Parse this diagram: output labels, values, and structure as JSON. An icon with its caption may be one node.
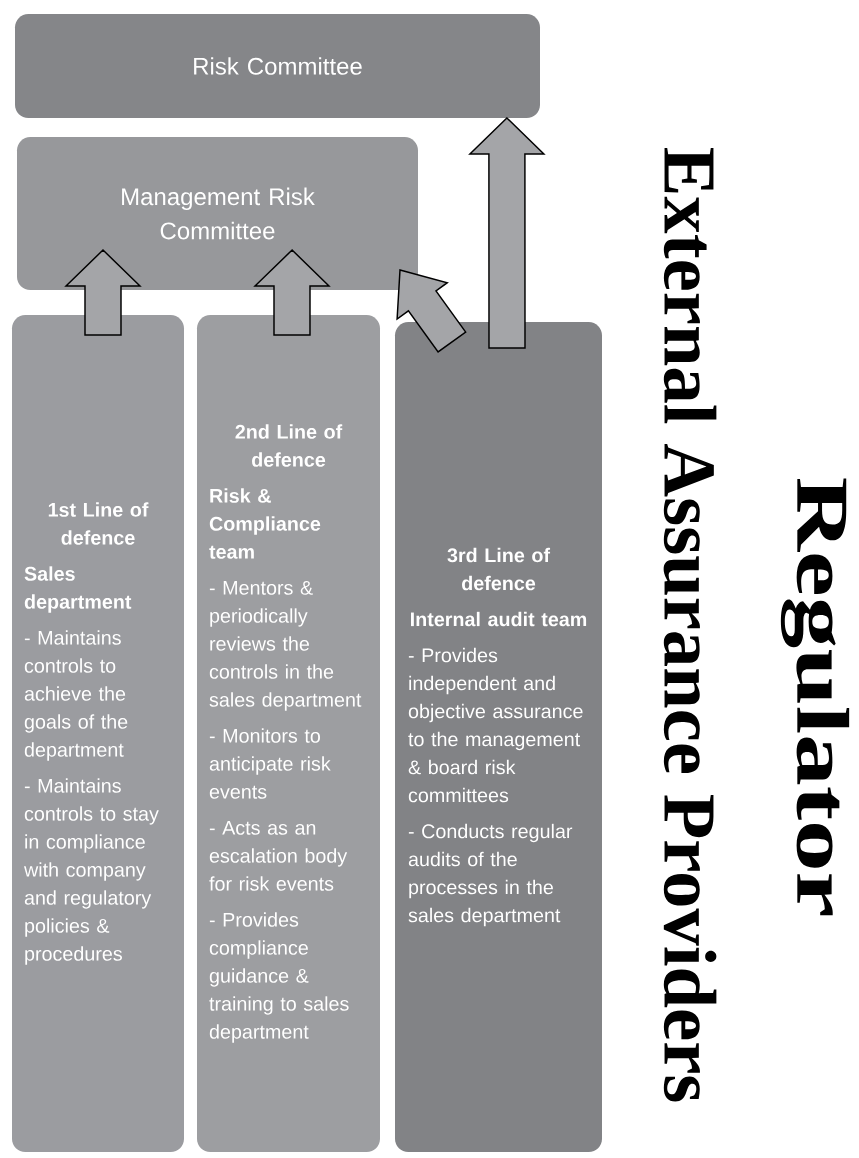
{
  "diagram": {
    "nodes": [
      {
        "text": [
          "Risk Committee"
        ]
      },
      {
        "text": [
          "Management Risk Committee"
        ]
      },
      {
        "text": [
          "1st Line of defence",
          "Sales department",
          "- Maintains controls to achieve the goals of the department",
          "- Maintains controls to stay in compliance with company and regulatory policies & procedures"
        ]
      },
      {
        "text": [
          "2nd Line of defence",
          "Risk & Compliance team",
          "- Mentors & periodically reviews the controls in the sales department",
          "- Monitors to anticipate risk events",
          "- Acts as an escalation body for risk events",
          "- Provides compliance guidance & training to sales department"
        ]
      },
      {
        "text": [
          "3rd Line of defence",
          "Internal audit team",
          "- Provides independent and objective assurance to the management & board risk committees",
          "- Conducts regular audits of the processes in the sales department"
        ]
      }
    ],
    "edges": [
      {
        "from": 2,
        "to": 1,
        "arrow": "to"
      },
      {
        "from": 3,
        "to": 1,
        "arrow": "to"
      },
      {
        "from": 4,
        "to": 1,
        "arrow": "to"
      },
      {
        "from": 4,
        "to": 0,
        "arrow": "to"
      }
    ],
    "labels": [
      "External Assurance Providers",
      "Regulator"
    ]
  }
}
